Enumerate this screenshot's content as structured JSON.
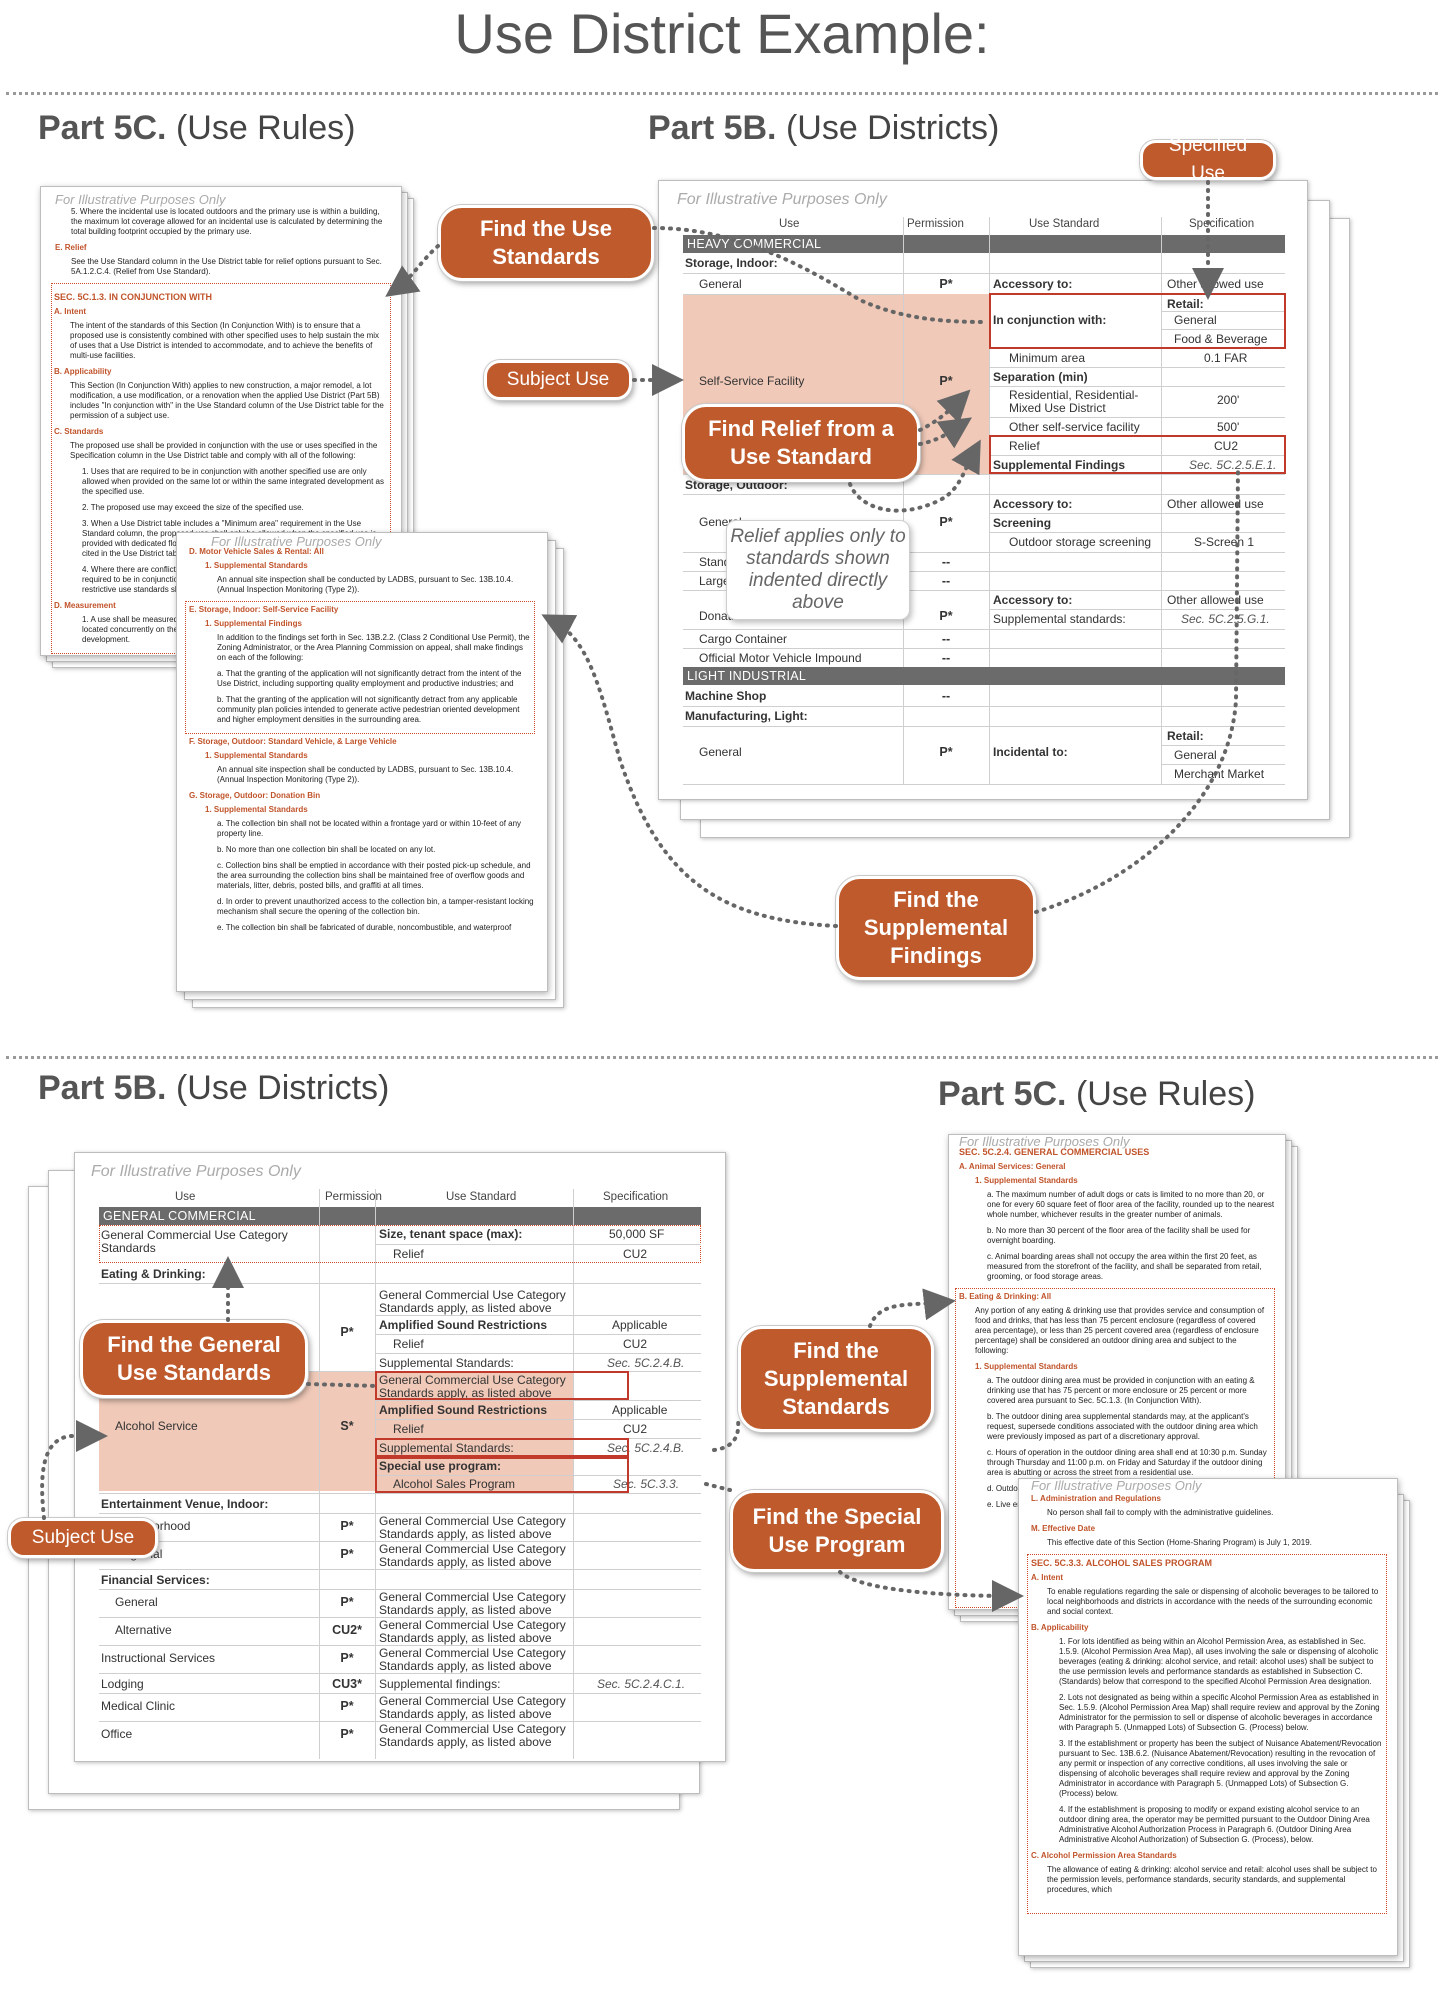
{
  "title": "Use District Example:",
  "top": {
    "part5c": {
      "bold": "Part 5C.",
      "rest": " (Use Rules)"
    },
    "part5b": {
      "bold": "Part 5B.",
      "rest": " (Use Districts)"
    },
    "illustrative": "For Illustrative Purposes Only",
    "table": {
      "headers": [
        "Use",
        "Permission",
        "Use Standard",
        "Specification"
      ],
      "band1": "HEAVY COMMERCIAL",
      "storage_indoor": "Storage, Indoor:",
      "general": "General",
      "general_perm": "P*",
      "accessory_to": "Accessory to:",
      "other_allowed": "Other allowed use",
      "retail": "Retail:",
      "in_conjunction": "In conjunction with:",
      "retail_general": "General",
      "food_bev": "Food & Beverage",
      "min_area": "Minimum area",
      "far": "0.1 FAR",
      "self_service": "Self-Service Facility",
      "self_perm": "P*",
      "separation": "Separation (min)",
      "res_mixed": "Residential, Residential-Mixed Use District",
      "res_val": "200'",
      "other_self": "Other self-service facility",
      "other_self_val": "500'",
      "relief": "Relief",
      "relief_val": "CU2",
      "supp_findings": "Supplemental Findings",
      "supp_findings_val": "Sec. 5C.2.5.E.1.",
      "storage_outdoor": "Storage, Outdoor:",
      "general2": "General",
      "general2_perm": "P*",
      "accessory_to2": "Accessory to:",
      "other_allowed2": "Other allowed use",
      "screening": "Screening",
      "outdoor_screen": "Outdoor storage screening",
      "s_screen": "S-Screen 1",
      "standard": "Standard, Vehicle",
      "large": "Large Vehicle",
      "dash": "--",
      "donation": "Donation Bin",
      "donation_perm": "P*",
      "accessory_to3": "Accessory to:",
      "other_allowed3": "Other allowed use",
      "supp_standards": "Supplemental standards:",
      "supp_standards_val": "Sec. 5C.2.5.G.1.",
      "cargo": "Cargo Container",
      "impound": "Official Motor Vehicle Impound",
      "band2": "LIGHT INDUSTRIAL",
      "machine": "Machine Shop",
      "manufacturing": "Manufacturing, Light:",
      "general3": "General",
      "general3_perm": "P*",
      "incidental": "Incidental to:",
      "retail2": "Retail:",
      "general4": "General",
      "merchant": "Merchant Market"
    },
    "callouts": {
      "specified_use": "Specified Use",
      "find_use_standards": "Find the Use Standards",
      "subject_use": "Subject Use",
      "find_relief": "Find Relief from a Use Standard",
      "relief_note": "Relief applies only to standards shown indented directly above",
      "find_supplemental": "Find the Supplemental Findings"
    },
    "doc1": {
      "illustrative": "For Illustrative Purposes Only",
      "item5": "5.  Where the incidental use is located outdoors and the primary use is within a building, the maximum lot coverage allowed for an incidental use is calculated by determining the total building footprint occupied by the primary use.",
      "e_relief": "E.  Relief",
      "e_text": "See the Use Standard column in the Use District table for relief options pursuant to Sec. 5A.1.2.C.4. (Relief from Use Standard).",
      "sec": "SEC. 5C.1.3.  IN CONJUNCTION WITH",
      "a_intent": "A.  Intent",
      "a_text": "The intent of the standards of this Section (In Conjunction With) is to ensure that a proposed use is consistently combined with other specified uses to help sustain the mix of uses that a Use District is intended to accommodate, and to achieve the benefits of multi-use facilities.",
      "b_app": "B.  Applicability",
      "b_text": "This Section (In Conjunction With) applies to new construction, a major remodel, a lot modification, a use modification, or a renovation when the applied Use District (Part 5B) includes \"In conjunction with\" in the Use Standard column of the Use District table for the permission of a subject use.",
      "c_std": "C.  Standards",
      "c_text": "The proposed use shall be provided in conjunction with the use or uses specified in the Specification column in the Use District table and comply with all of the following:",
      "c1": "1.  Uses that are required to be in conjunction with another specified use are only allowed when provided on the same lot or within the same integrated development as the specified use.",
      "c2": "2.  The proposed use may exceed the size of the specified use.",
      "c3": "3.  When a Use District table includes a \"Minimum area\" requirement in the Use Standard column, the proposed use shall only be allowed when the specified use is provided with dedicated floor area that meets or exceeds the minimum floor area ratio cited in the Use District table's Specification column.",
      "c4": "4.  Where there are conflicts between the use standards for the proposed use that is required to be in conjunction with the proposed use and the specified use, the more restrictive use standards shall prevail.",
      "d_meas": "D.  Measurement",
      "d1": "1.  A use shall be measured as in conjunction with another use when both uses are located concurrently on the same lot, or on an adjacent lot within the same development."
    },
    "doc2": {
      "illustrative": "For Illustrative Purposes Only",
      "d": "D.  Motor Vehicle Sales & Rental: All",
      "d1": "1.  Supplemental Standards",
      "d_text": "An annual site inspection shall be conducted by LADBS, pursuant to Sec. 13B.10.4. (Annual Inspection Monitoring (Type 2)).",
      "e": "E.  Storage, Indoor: Self-Service Facility",
      "e1": "1.  Supplemental Findings",
      "e_text": "In addition to the findings set forth in Sec. 13B.2.2. (Class 2 Conditional Use Permit), the Zoning Administrator, or the Area Planning Commission on appeal, shall make findings on each of the following:",
      "ea": "a.  That the granting of the application will not significantly detract from the intent of the Use District, including supporting quality employment and productive industries; and",
      "eb": "b.  That the granting of the application will not significantly detract from any applicable community plan policies intended to generate active pedestrian oriented development and higher employment densities in the surrounding area.",
      "f": "F.  Storage, Outdoor: Standard Vehicle, & Large Vehicle",
      "f1": "1.  Supplemental Standards",
      "f_text": "An annual site inspection shall be conducted by LADBS, pursuant to Sec. 13B.10.4. (Annual Inspection Monitoring (Type 2)).",
      "g": "G.  Storage, Outdoor: Donation Bin",
      "g1": "1.  Supplemental Standards",
      "ga": "a.  The collection bin shall not be located within a frontage yard or within 10-feet of any property line.",
      "gb": "b.  No more than one collection bin shall be located on any lot.",
      "gc": "c.  Collection bins shall be emptied in accordance with their posted pick-up schedule, and the area surrounding the collection bins shall be maintained free of overflow goods and materials, litter, debris, posted bills, and graffiti at all times.",
      "gd": "d.  In order to prevent unauthorized access to the collection bin, a tamper-resistant locking mechanism shall secure the opening of the collection bin.",
      "ge": "e.  The collection bin shall be fabricated of durable, noncombustible, and waterproof"
    }
  },
  "bottom": {
    "part5b": {
      "bold": "Part 5B.",
      "rest": " (Use Districts)"
    },
    "part5c": {
      "bold": "Part 5C.",
      "rest": " (Use Rules)"
    },
    "illustrative": "For Illustrative Purposes Only",
    "table": {
      "headers": [
        "Use",
        "Permission",
        "Use Standard",
        "Specification"
      ],
      "band": "GENERAL COMMERCIAL",
      "gc_std": "General Commercial Use Category Standards",
      "size_tenant": "Size, tenant space (max):",
      "size_val": "50,000 SF",
      "relief": "Relief",
      "relief_val": "CU2",
      "eating": "Eating & Drinking:",
      "gc_apply": "General Commercial Use Category Standards apply, as listed above",
      "p_star": "P*",
      "amplified": "Amplified Sound Restrictions",
      "applicable": "Applicable",
      "relief2": "Relief",
      "cu2": "CU2",
      "supp_std": "Supplemental Standards:",
      "sec_524b": "Sec. 5C.2.4.B.",
      "alcohol": "Alcohol Service",
      "s_star": "S*",
      "gc_apply2": "General Commercial Use Category Standards apply, as listed above",
      "amplified2": "Amplified Sound Restrictions",
      "applicable2": "Applicable",
      "relief3": "Relief",
      "cu2b": "CU2",
      "supp_std2": "Supplemental Standards:",
      "sec_524b2": "Sec. 5C.2.4.B.",
      "special_use": "Special use program:",
      "alcohol_sales": "Alcohol Sales Program",
      "sec_533": "Sec. 5C.3.3.",
      "entertainment": "Entertainment Venue, Indoor:",
      "neighborhood": "Neighborhood",
      "regional": "Regional",
      "financial": "Financial Services:",
      "general": "General",
      "alternative": "Alternative",
      "cu2_star": "CU2*",
      "instructional": "Instructional Services",
      "lodging": "Lodging",
      "cu3_star": "CU3*",
      "supp_findings": "Supplemental findings:",
      "sec_524c1": "Sec. 5C.2.4.C.1.",
      "medical": "Medical Clinic",
      "office": "Office"
    },
    "callouts": {
      "find_general": "Find the General Use Standards",
      "subject_use": "Subject Use",
      "find_supp_std": "Find the Supplemental Standards",
      "find_special": "Find the Special Use Program"
    },
    "doc3": {
      "illustrative": "For Illustrative Purposes Only",
      "sec": "SEC. 5C.2.4.  GENERAL COMMERCIAL USES",
      "a": "A.  Animal Services: General",
      "a1": "1.  Supplemental Standards",
      "aa": "a.  The maximum number of adult dogs or cats is limited to no more than 20, or one for every 60 square feet of floor area of the facility, rounded up to the nearest whole number, whichever results in the greater number of animals.",
      "ab": "b.  No more than 30 percent of the floor area of the facility shall be used for overnight boarding.",
      "ac": "c.  Animal boarding areas shall not occupy the area within the first 20 feet, as measured from the storefront of the facility, and shall be separated from retail, grooming, or food storage areas.",
      "b": "B.  Eating & Drinking: All",
      "b_text": "Any portion of any eating & drinking use that provides service and consumption of food and drinks, that has less than 75 percent enclosure (regardless of covered area percentage), or less than 25 percent covered area (regardless of enclosure percentage) shall be considered an outdoor dining area and subject to the following:",
      "b1": "1.  Supplemental Standards",
      "ba": "a.  The outdoor dining area must be provided in conjunction with an eating & drinking use that has 75 percent or more enclosure or 25 percent or more covered area pursuant to Sec. 5C.1.3. (In Conjunction With).",
      "bb": "b.  The outdoor dining area supplemental standards may, at the applicant's request, supersede conditions associated with the outdoor dining area which were previously imposed as part of a discretionary approval.",
      "bc": "c.  Hours of operation in the outdoor dining area shall end at 10:30 p.m. Sunday through Thursday and 11:00 p.m. on Friday and Saturday if the outdoor dining area is abutting or across the street from a residential use.",
      "bd": "d.  Outdoor dining areas shall comply with all applicable regulations.",
      "be": "e.  Live entertainment is not permitted in outdoor dining areas."
    },
    "doc4": {
      "illustrative": "For Illustrative Purposes Only",
      "l": "L.  Administration and Regulations",
      "l_text": "No person shall fail to comply with the administrative guidelines.",
      "m": "M.  Effective Date",
      "m_text": "This effective date of this Section (Home-Sharing Program) is July 1, 2019.",
      "sec": "SEC. 5C.3.3.  ALCOHOL SALES PROGRAM",
      "a": "A.  Intent",
      "a_text": "To enable regulations regarding the sale or dispensing of alcoholic beverages to be tailored to local neighborhoods and districts in accordance with the needs of the surrounding economic and social context.",
      "b": "B.  Applicability",
      "b1": "1.  For lots identified as being within an Alcohol Permission Area, as established in Sec. 1.5.9. (Alcohol Permission Area Map), all uses involving the sale or dispensing of alcoholic beverages (eating & drinking: alcohol service, and retail: alcohol uses) shall be subject to the use permission levels and performance standards as established in Subsection C. (Standards) below that correspond to the specified Alcohol Permission Area designation.",
      "b2": "2.  Lots not designated as being within a specific Alcohol Permission Area as established in Sec. 1.5.9. (Alcohol Permission Area Map) shall require review and approval by the Zoning Administrator for the permission to sell or dispense of alcoholic beverages in accordance with Paragraph 5. (Unmapped Lots) of Subsection G. (Process) below.",
      "b3": "3.  If the establishment or property has been the subject of Nuisance Abatement/Revocation pursuant to Sec. 13B.6.2. (Nuisance Abatement/Revocation) resulting in the revocation of any permit or inspection of any corrective conditions, all uses involving the sale or dispensing of alcoholic beverages shall require review and approval by the Zoning Administrator in accordance with Paragraph 5. (Unmapped Lots) of Subsection G. (Process) below.",
      "b4": "4.  If the establishment is proposing to modify or expand existing alcohol service to an outdoor dining area, the operator may be permitted pursuant to the Outdoor Dining Area Administrative Alcohol Authorization Process in Paragraph 6. (Outdoor Dining Area Administrative Alcohol Authorization) of Subsection G. (Process), below.",
      "c": "C.  Alcohol Permission Area Standards",
      "c_text": "The allowance of eating & drinking: alcohol service and retail: alcohol uses shall be subject to the permission levels, performance standards, security standards, and supplemental procedures, which"
    }
  },
  "colors": {
    "accent": "#bf5a2c",
    "highlight": "#f0c9b8",
    "red_box": "#c0392b",
    "band": "#6b6b6b",
    "docred": "#c0532a"
  },
  "icons": [
    "arrowhead-icon"
  ]
}
